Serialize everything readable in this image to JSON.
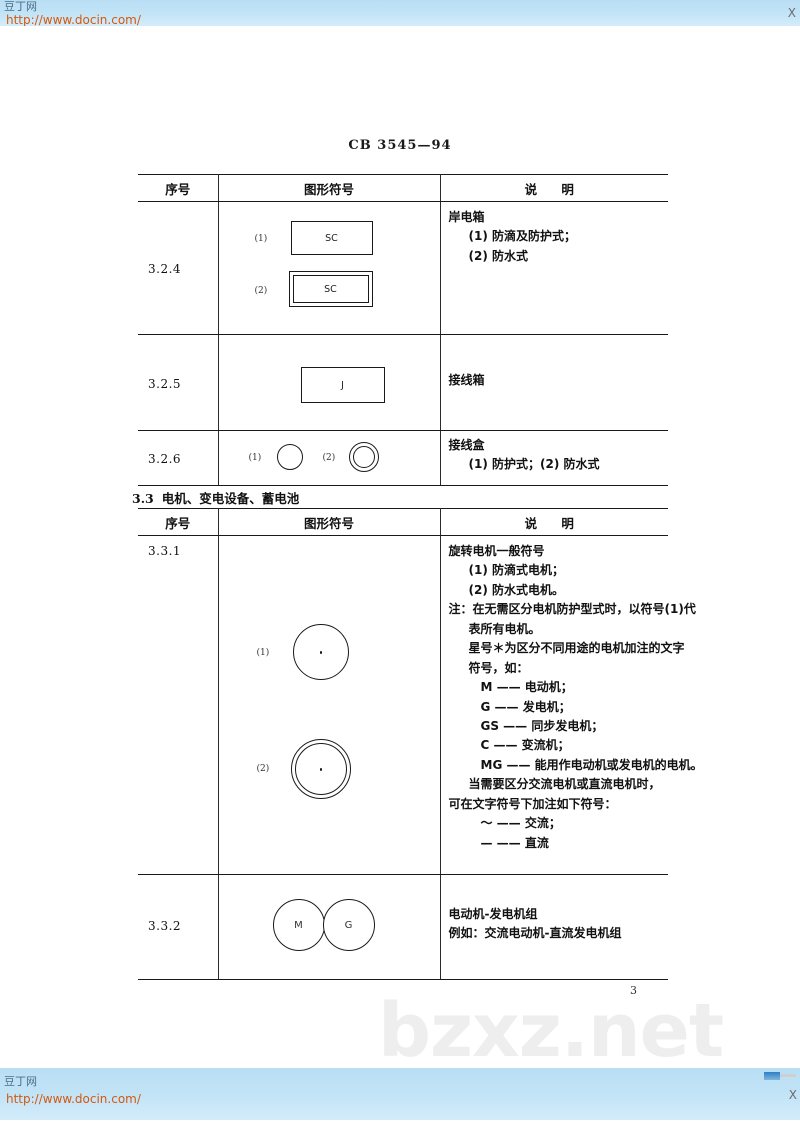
{
  "watermark": {
    "site_name": "豆丁网",
    "url": "http://www.docin.com/",
    "page_watermark": "bzxz.net",
    "close_label": "X"
  },
  "document": {
    "standard_number": "CB 3545—94",
    "page_number": "3"
  },
  "table_headers": {
    "index": "序号",
    "symbol": "图形符号",
    "description": "说 明"
  },
  "table1": {
    "rows": [
      {
        "index": "3.2.4",
        "symbol_labels": {
          "one": "(1)",
          "two": "(2)"
        },
        "symbol_text": "SC",
        "desc": {
          "title": "岸电箱",
          "line1": "(1) 防滴及防护式；",
          "line2": "(2) 防水式"
        }
      },
      {
        "index": "3.2.5",
        "symbol_text": "J",
        "desc": {
          "title": "接线箱"
        }
      },
      {
        "index": "3.2.6",
        "symbol_labels": {
          "one": "(1)",
          "two": "(2)"
        },
        "desc": {
          "title": "接线盒",
          "line1": "(1) 防护式；(2) 防水式"
        }
      }
    ]
  },
  "section": {
    "number": "3.3",
    "title": "电机、变电设备、蓄电池"
  },
  "table2": {
    "rows": [
      {
        "index": "3.3.1",
        "symbol_labels": {
          "one": "(1)",
          "two": "(2)"
        },
        "desc": {
          "title": "旋转电机一般符号",
          "line1": "(1) 防滴式电机；",
          "line2": "(2) 防水式电机。",
          "line3": "注：在无需区分电机防护型式时，以符号(1)代",
          "line4": "表所有电机。",
          "line5": "星号＊为区分不同用途的电机加注的文字",
          "line6": "符号，如：",
          "line7": "M —— 电动机；",
          "line8": "G —— 发电机；",
          "line9": "GS —— 同步发电机；",
          "line10": "C —— 变流机；",
          "line11": "MG —— 能用作电动机或发电机的电机。",
          "line12": "当需要区分交流电机或直流电机时，",
          "line13": "可在文字符号下加注如下符号：",
          "line14": "～ —— 交流；",
          "line15": "— —— 直流"
        }
      },
      {
        "index": "3.3.2",
        "symbol_text_left": "M",
        "symbol_text_right": "G",
        "desc": {
          "title": "电动机-发电机组",
          "line1": "例如：交流电动机-直流发电机组"
        }
      }
    ]
  }
}
